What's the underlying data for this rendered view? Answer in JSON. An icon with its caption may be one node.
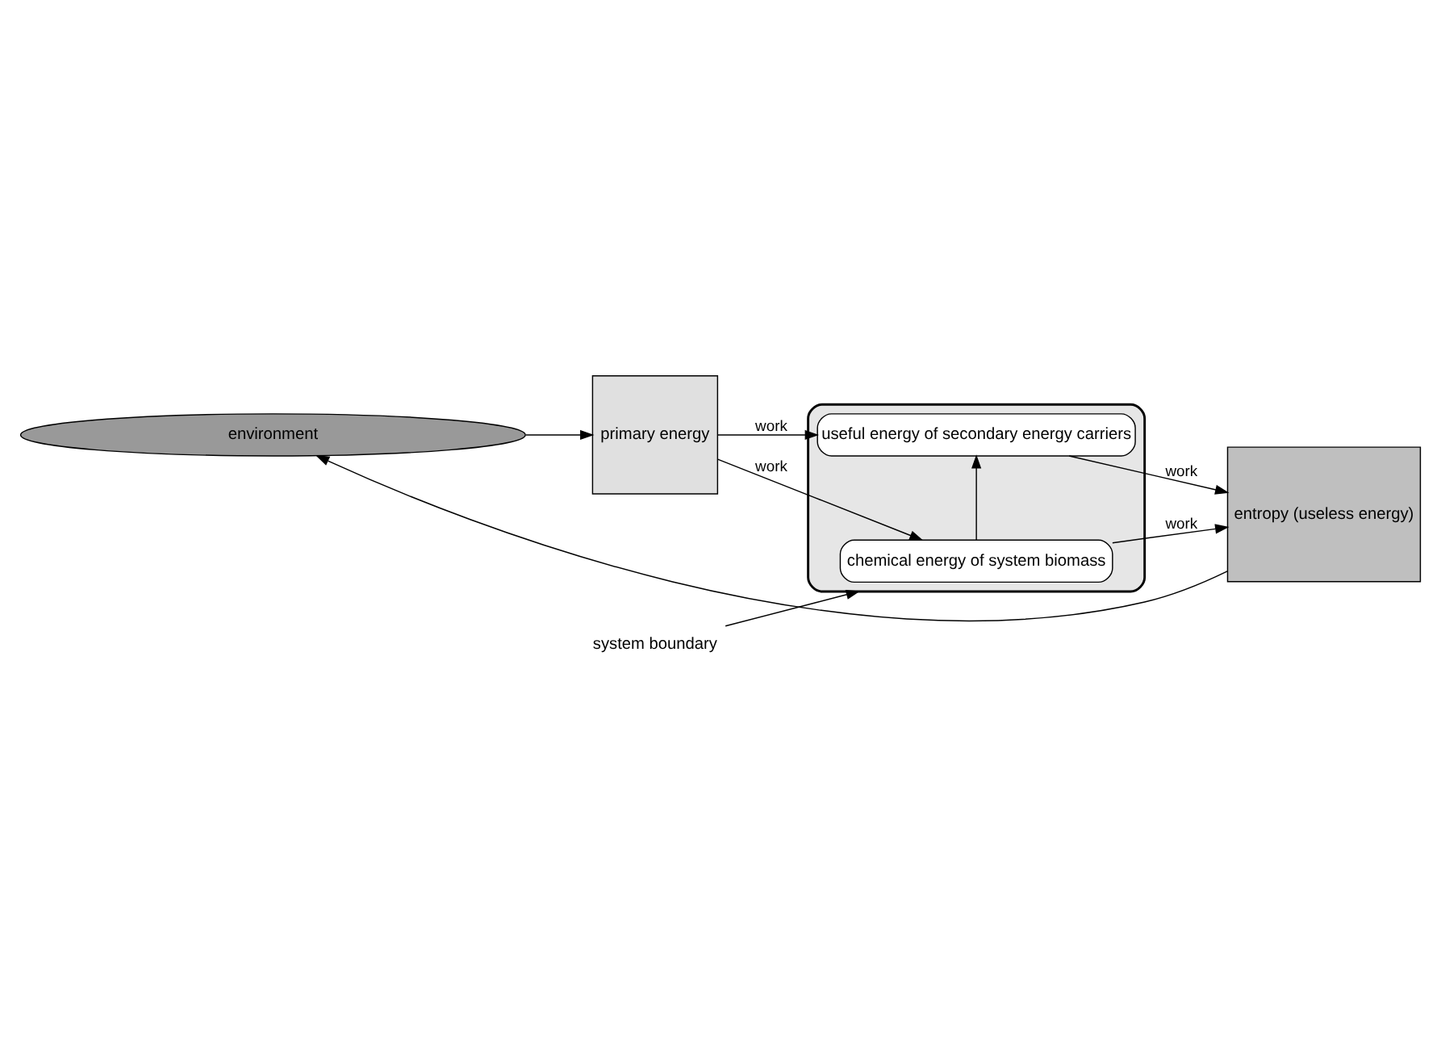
{
  "diagram": {
    "nodes": [
      {
        "text": [
          "environment"
        ]
      },
      {
        "text": [
          "primary energy"
        ]
      },
      {
        "text": [],
        "shape": "box"
      },
      {
        "text": [
          "chemical energy of system biomass"
        ],
        "in": 2
      },
      {
        "text": [
          "useful energy of secondary energy carriers"
        ],
        "in": 2
      },
      {
        "text": [
          "entropy (useless energy)"
        ]
      },
      {
        "text": [
          "system boundary"
        ]
      }
    ],
    "edges": [
      {
        "from": 0,
        "to": 1,
        "arrow": "to"
      },
      {
        "from": 1,
        "to": 3,
        "arrow": "to",
        "label": "work"
      },
      {
        "from": 1,
        "to": 4,
        "arrow": "to",
        "label": "work"
      },
      {
        "from": 3,
        "to": 4,
        "arrow": "to"
      },
      {
        "from": 3,
        "to": 5,
        "arrow": "to",
        "label": "work"
      },
      {
        "from": 4,
        "to": 5,
        "arrow": "to",
        "label": "work"
      },
      {
        "from": 5,
        "to": 0,
        "arrow": "to"
      },
      {
        "from": 6,
        "to": 2,
        "arrow": "to"
      }
    ]
  }
}
